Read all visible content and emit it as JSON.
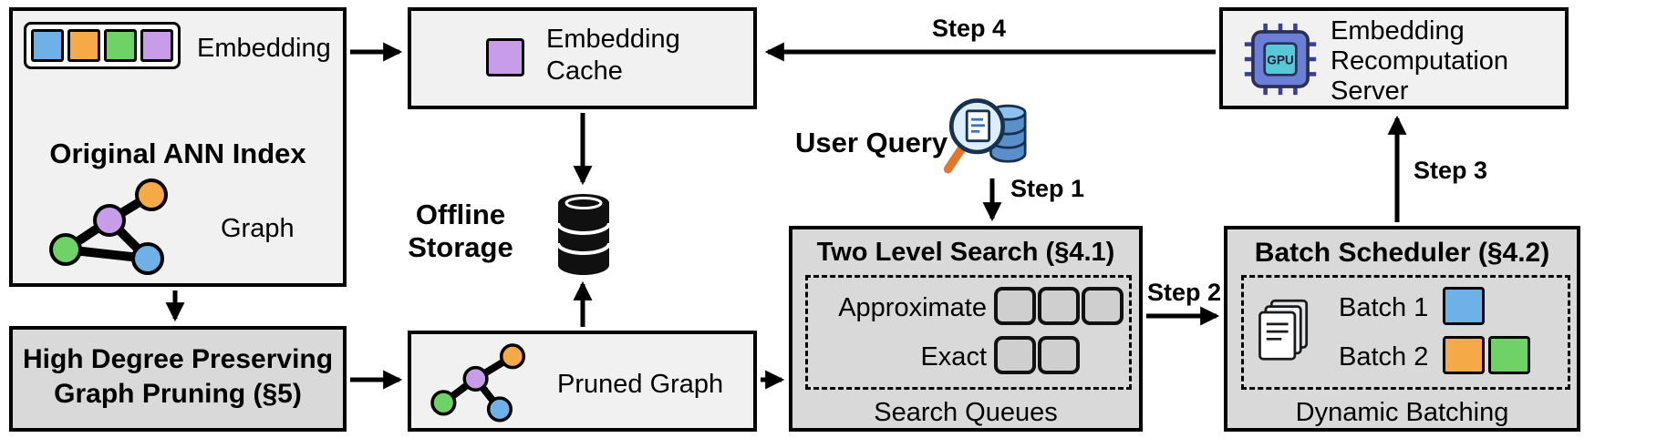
{
  "nodes": {
    "original_ann_index": {
      "title": "Original ANN Index",
      "embedding_label": "Embedding",
      "graph_label": "Graph"
    },
    "embedding_cache": {
      "line1": "Embedding",
      "line2": "Cache"
    },
    "offline_storage": {
      "line1": "Offline",
      "line2": "Storage"
    },
    "graph_pruning": {
      "line1": "High Degree Preserving",
      "line2": "Graph Pruning (§5)"
    },
    "pruned_graph": {
      "label": "Pruned Graph"
    },
    "user_query": {
      "label": "User Query"
    },
    "two_level_search": {
      "title": "Two Level Search (§4.1)",
      "approximate_label": "Approximate",
      "exact_label": "Exact",
      "footer": "Search Queues",
      "approximate_slots": 3,
      "exact_slots": 2
    },
    "batch_scheduler": {
      "title": "Batch Scheduler (§4.2)",
      "batch1_label": "Batch 1",
      "batch2_label": "Batch 2",
      "footer": "Dynamic Batching"
    },
    "recomputation_server": {
      "line1": "Embedding",
      "line2": "Recomputation",
      "line3": "Server",
      "gpu_label": "GPU"
    }
  },
  "steps": {
    "step1": "Step 1",
    "step2": "Step 2",
    "step3": "Step 3",
    "step4": "Step 4"
  },
  "colors": {
    "blue": "#6eb1e8",
    "orange": "#f6a947",
    "green": "#6fd266",
    "purple": "#c89ce9",
    "box_light": "#f1f1f1",
    "box_gray": "#d9d9d9"
  }
}
